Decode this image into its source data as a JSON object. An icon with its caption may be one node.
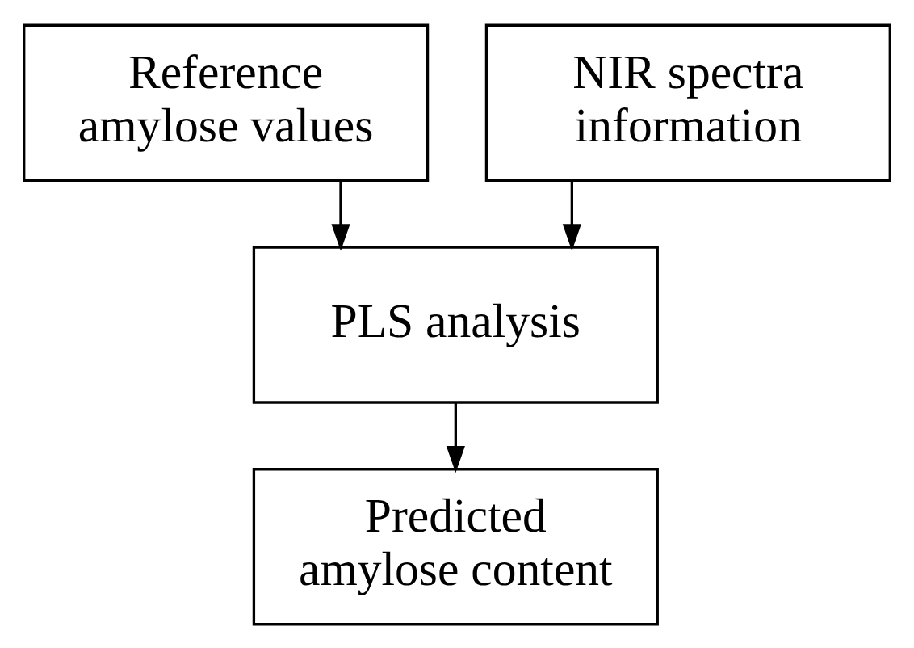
{
  "diagram": {
    "nodes": [
      {
        "text": [
          "Reference amylose values"
        ]
      },
      {
        "text": [
          "NIR spectra information"
        ]
      },
      {
        "text": [
          "PLS analysis"
        ]
      },
      {
        "text": [
          "Predicted amylose content"
        ]
      }
    ],
    "edges": [
      {
        "from": 0,
        "to": 2,
        "arrow": "to"
      },
      {
        "from": 1,
        "to": 2,
        "arrow": "to"
      },
      {
        "from": 2,
        "to": 3,
        "arrow": "to"
      }
    ]
  }
}
